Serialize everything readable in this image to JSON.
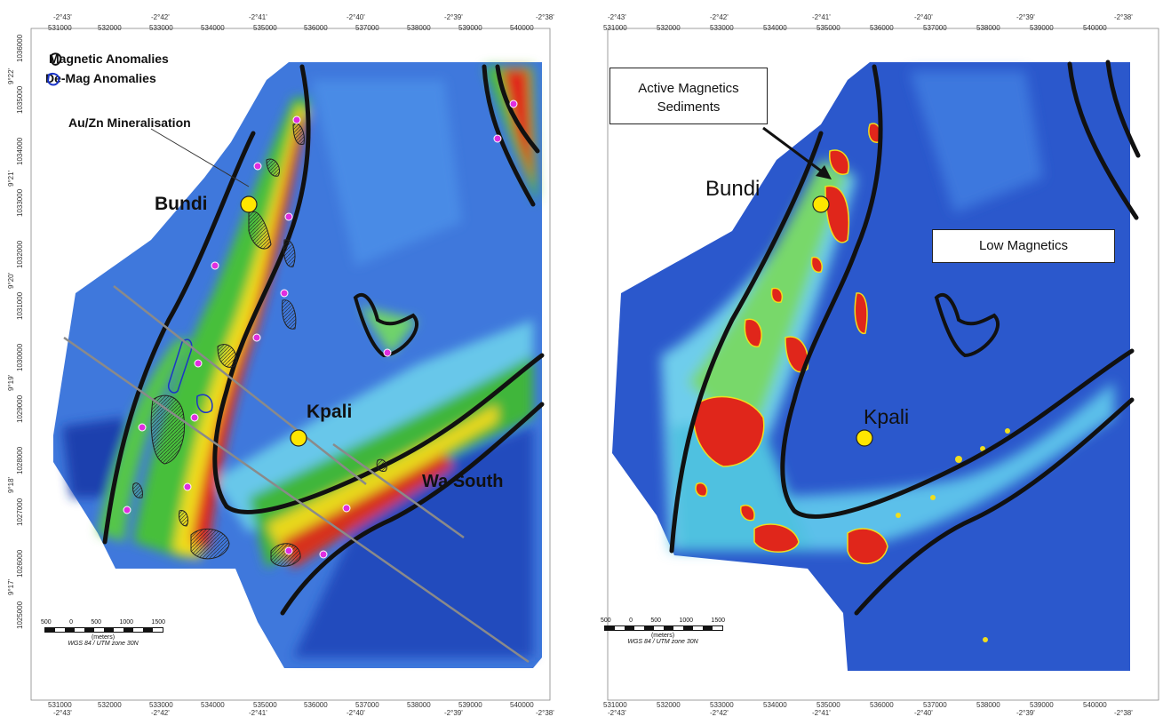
{
  "left_map": {
    "legend": {
      "magnetic": "Magnetic Anomalies",
      "demag": "De-Mag Anomalies"
    },
    "labels": {
      "mineralisation": "Au/Zn Mineralisation",
      "bundi": "Bundi",
      "kpali": "Kpali",
      "wa_south": "Wa South"
    }
  },
  "right_map": {
    "boxes": {
      "active": "Active Magnetics Sediments",
      "low": "Low Magnetics"
    },
    "labels": {
      "bundi": "Bundi",
      "kpali": "Kpali"
    }
  },
  "axes": {
    "easting_ticks": [
      "531000",
      "532000",
      "533000",
      "534000",
      "535000",
      "536000",
      "537000",
      "538000",
      "539000",
      "540000"
    ],
    "longitude_ticks": [
      "-2°43'",
      "-2°42'",
      "-2°41'",
      "-2°40'",
      "-2°39'",
      "-2°38'"
    ],
    "northing_ticks": [
      "1036000",
      "1035000",
      "1034000",
      "1033000",
      "1032000",
      "1031000",
      "1030000",
      "1029000",
      "1028000",
      "1027000",
      "1026000",
      "1025000"
    ],
    "latitude_ticks": [
      "9°22'",
      "9°21'",
      "9°20'",
      "9°19'",
      "9°18'",
      "9°17'"
    ]
  },
  "scale_bar": {
    "ticks": [
      "500",
      "0",
      "500",
      "1000",
      "1500"
    ],
    "unit": "(meters)",
    "datum": "WGS 84 / UTM zone 30N"
  },
  "colors": {
    "deep_blue": "#1c3fb0",
    "blue": "#3d6fe0",
    "cyan": "#5fc6e6",
    "green": "#52c43a",
    "yellow": "#f2e21a",
    "red": "#e0261b",
    "town": "#ffe600",
    "sample": "#e02ee0"
  }
}
